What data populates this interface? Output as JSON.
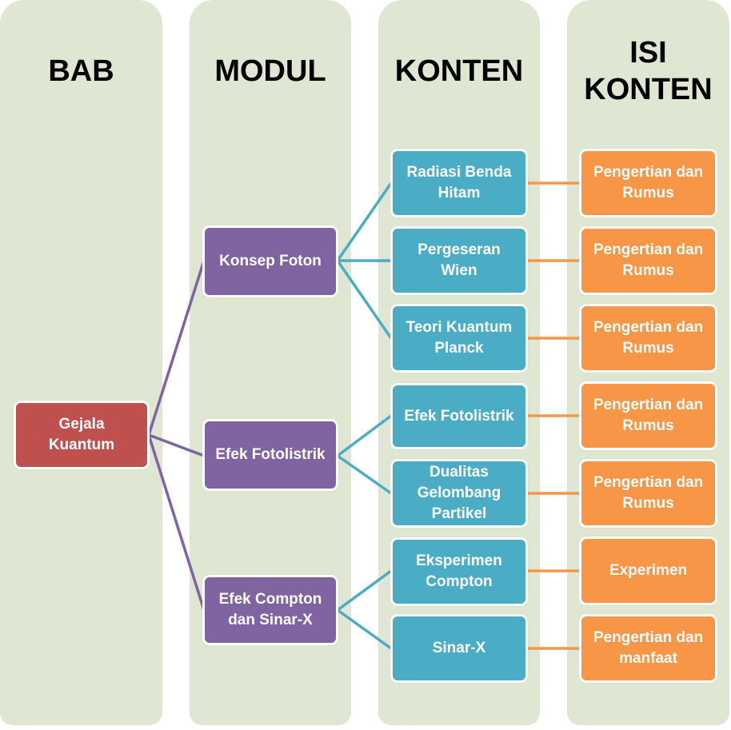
{
  "colors": {
    "column_bg": "#dfe7d3",
    "bab": "#c0504d",
    "modul": "#8064a2",
    "konten": "#4bacc6",
    "isi_konten": "#f79646"
  },
  "columns": [
    {
      "title": "BAB"
    },
    {
      "title": "MODUL"
    },
    {
      "title": "KONTEN"
    },
    {
      "title": "ISI\nKONTEN"
    }
  ],
  "bab": {
    "label": "Gejala\nKuantum"
  },
  "modules": [
    {
      "label": "Konsep Foton"
    },
    {
      "label": "Efek Fotolistrik"
    },
    {
      "label": "Efek Compton\ndan Sinar-X"
    }
  ],
  "contents": [
    {
      "label": "Radiasi Benda\nHitam",
      "module": 0
    },
    {
      "label": "Pergeseran\nWien",
      "module": 0
    },
    {
      "label": "Teori Kuantum\nPlanck",
      "module": 0
    },
    {
      "label": "Efek Fotolistrik",
      "module": 1
    },
    {
      "label": "Dualitas\nGelombang\nPartikel",
      "module": 1
    },
    {
      "label": "Eksperimen\nCompton",
      "module": 2
    },
    {
      "label": "Sinar-X",
      "module": 2
    }
  ],
  "isi": [
    {
      "label": "Pengertian dan\nRumus"
    },
    {
      "label": "Pengertian dan\nRumus"
    },
    {
      "label": "Pengertian dan\nRumus"
    },
    {
      "label": "Pengertian dan\nRumus"
    },
    {
      "label": "Pengertian dan\nRumus"
    },
    {
      "label": "Experimen"
    },
    {
      "label": "Pengertian dan\nmanfaat"
    }
  ]
}
